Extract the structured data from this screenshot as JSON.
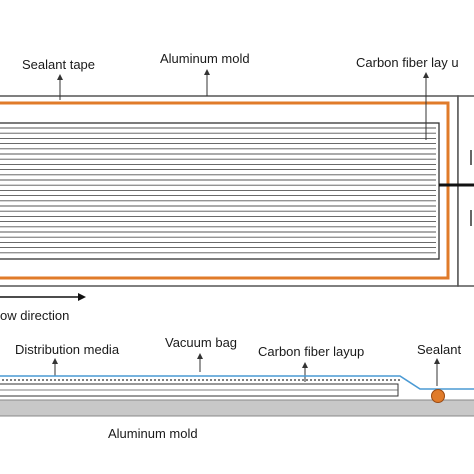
{
  "top_view": {
    "label_sealant_tape": "Sealant tape",
    "label_aluminum_mold": "Aluminum mold",
    "label_carbon_fiber_layup": "Carbon fiber lay u",
    "label_flow_direction": "ow direction"
  },
  "side_view": {
    "label_distribution_media": "Distribution media",
    "label_vacuum_bag": "Vacuum bag",
    "label_carbon_fiber_layup": "Carbon fiber layup",
    "label_sealant": "Sealant",
    "label_aluminum_mold": "Aluminum mold"
  },
  "colors": {
    "sealant_tape": "#e07b2a",
    "vacuum_bag": "#4a9ad4",
    "mold": "#c8c8c8",
    "outline": "#333333",
    "fiber_line": "#555555"
  }
}
